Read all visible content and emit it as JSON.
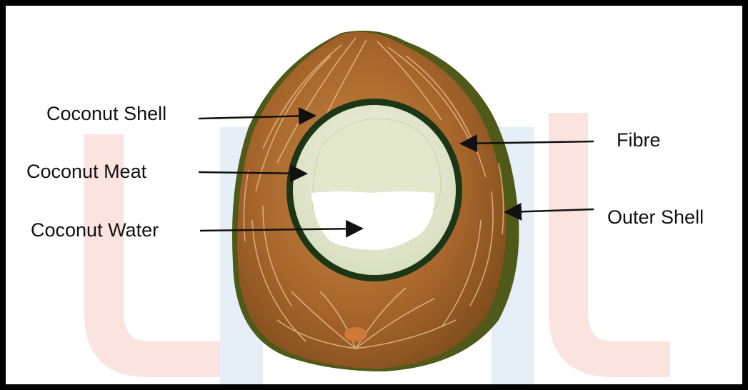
{
  "labels": {
    "coconut_shell": "Coconut Shell",
    "coconut_meat": "Coconut Meat",
    "coconut_water": "Coconut Water",
    "fibre": "Fibre",
    "outer_shell": "Outer Shell"
  },
  "colors": {
    "frame": "#000000",
    "background": "#ffffff",
    "fibre": "#9c5a26",
    "outer_shell": "#4f5a18",
    "shell": "#1c3616",
    "meat": "#e9ecd6",
    "water": "#ffffff",
    "watermark_red": "#fbe3e0",
    "watermark_blue": "#e6eef7"
  }
}
